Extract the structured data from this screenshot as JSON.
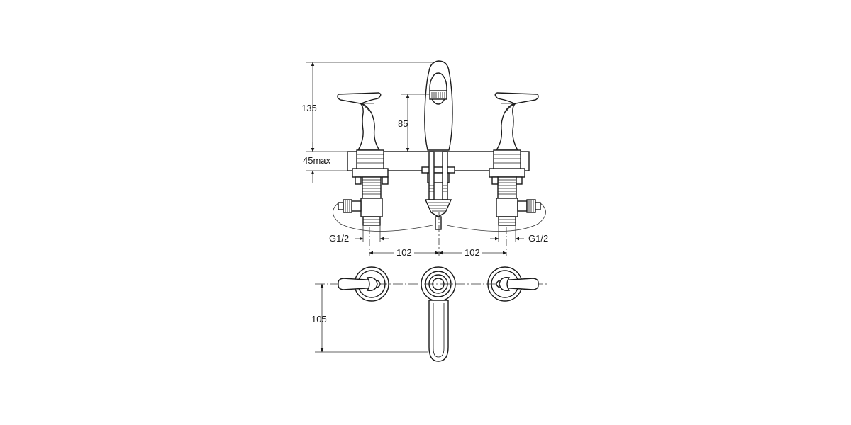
{
  "dimensions": {
    "total_height": "135",
    "spout_height": "85",
    "deck_thickness": "45max",
    "thread_left": "G1/2",
    "thread_right": "G1/2",
    "spacing_left": "102",
    "spacing_right": "102",
    "spout_reach": "105"
  },
  "colors": {
    "line": "#1a1a1a",
    "background": "#ffffff"
  }
}
